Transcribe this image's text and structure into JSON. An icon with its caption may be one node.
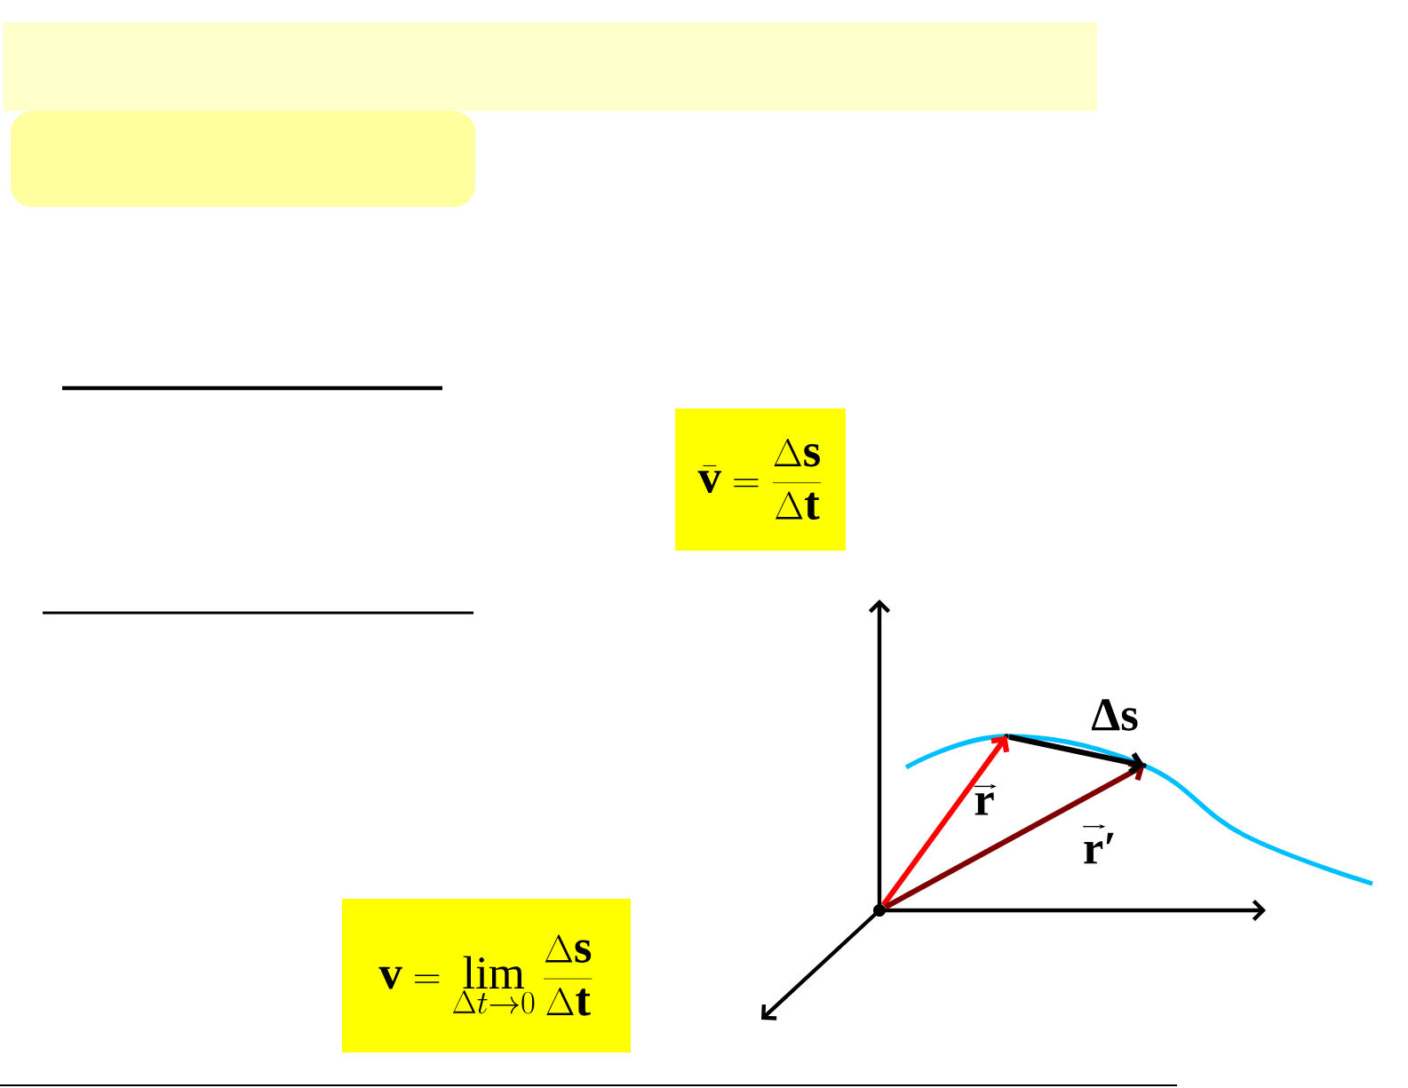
{
  "diagram": {
    "nodes": [
      {
        "text": [],
        "shape": "box"
      },
      {
        "text": [],
        "shape": "box"
      },
      {
        "text": [
          "\\bar{\\mathbf{v}} = \\frac{\\Delta \\mathbf{s}}{\\Delta \\mathbf{t}}"
        ]
      },
      {
        "text": [
          "\\mathbf{v} = \\lim_{\\Delta t \\to 0} \\frac{\\Delta \\mathbf{s}}{\\Delta \\mathbf{t}}"
        ]
      },
      {
        "text": [],
        "shape": "circle"
      },
      {
        "text": [],
        "shape": "circle"
      },
      {
        "text": [],
        "shape": "circle"
      }
    ],
    "edges": [
      {
        "from": 4,
        "to": 5,
        "arrow": "to",
        "label": "r",
        "color": "#ff0000"
      },
      {
        "from": 4,
        "to": 6,
        "arrow": "to",
        "label": "r′",
        "color": "#7f0000"
      },
      {
        "from": 5,
        "to": 6,
        "arrow": "to",
        "label": "Δs",
        "color": "#000000"
      }
    ]
  }
}
